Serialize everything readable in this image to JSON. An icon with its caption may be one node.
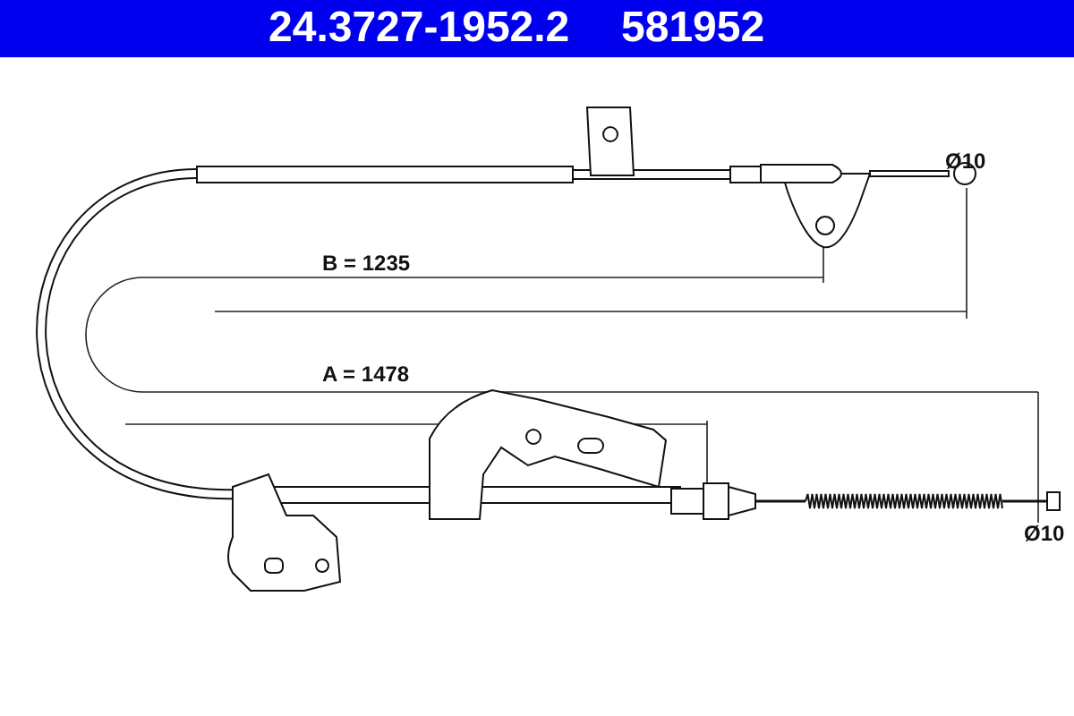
{
  "diagram": {
    "labels": [
      "24.3727-1952.2",
      "581952",
      "B = 1235",
      "A = 1478",
      "Ø10",
      "Ø10"
    ]
  }
}
